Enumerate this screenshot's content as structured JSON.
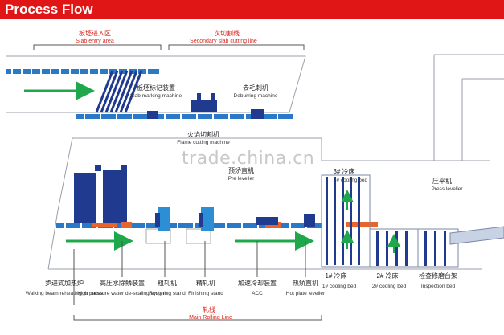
{
  "header": {
    "title": "Process Flow",
    "color": "#e01616"
  },
  "watermark": "trade.china.cn",
  "colors": {
    "red_label": "#d9261c",
    "equipment_blue": "#1f3a8f",
    "light_blue": "#2a78c8",
    "green_arrow": "#1ea84b",
    "orange_slab": "#e8642a",
    "cyan_stand": "#2c8fd6",
    "bed_border": "#7a8aa8"
  },
  "areas": {
    "slab_entry": {
      "zh": "板坯进入区",
      "en": "Slab entry area"
    },
    "secondary_cutting": {
      "zh": "二次切割线",
      "en": "Secondary slab cutting line"
    },
    "main_rolling": {
      "zh": "轧线",
      "en": "Main Rolling Line"
    }
  },
  "equipment": [
    {
      "id": "marking",
      "zh": "板坯标记装置",
      "en": "Slab marking machine"
    },
    {
      "id": "deburring",
      "zh": "去毛刺机",
      "en": "Deburring machine"
    },
    {
      "id": "flame",
      "zh": "火焰切割机",
      "en": "Flame cutting machine"
    },
    {
      "id": "preleveller",
      "zh": "预矫直机",
      "en": "Pre leveller"
    },
    {
      "id": "cooling3",
      "zh": "3# 冷床",
      "en": "3# cooling bed"
    },
    {
      "id": "press",
      "zh": "压平机",
      "en": "Press leveller"
    },
    {
      "id": "furnace",
      "zh": "步进式加热炉",
      "en": "Walking beam reheating furnaces"
    },
    {
      "id": "descaling",
      "zh": "高压水除鳞装置",
      "en": "High pressure water de-scaling system"
    },
    {
      "id": "roughing",
      "zh": "粗轧机",
      "en": "Roughing stand"
    },
    {
      "id": "finishing",
      "zh": "精轧机",
      "en": "Finishing stand"
    },
    {
      "id": "acc",
      "zh": "加速冷却装置",
      "en": "ACC"
    },
    {
      "id": "hotleveller",
      "zh": "热矫直机",
      "en": "Hot plate leveller"
    },
    {
      "id": "cooling1",
      "zh": "1# 冷床",
      "en": "1# cooling bed"
    },
    {
      "id": "cooling2",
      "zh": "2# 冷床",
      "en": "2# cooling bed"
    },
    {
      "id": "inspection",
      "zh": "检查修磨台架",
      "en": "Inspection bed"
    }
  ]
}
